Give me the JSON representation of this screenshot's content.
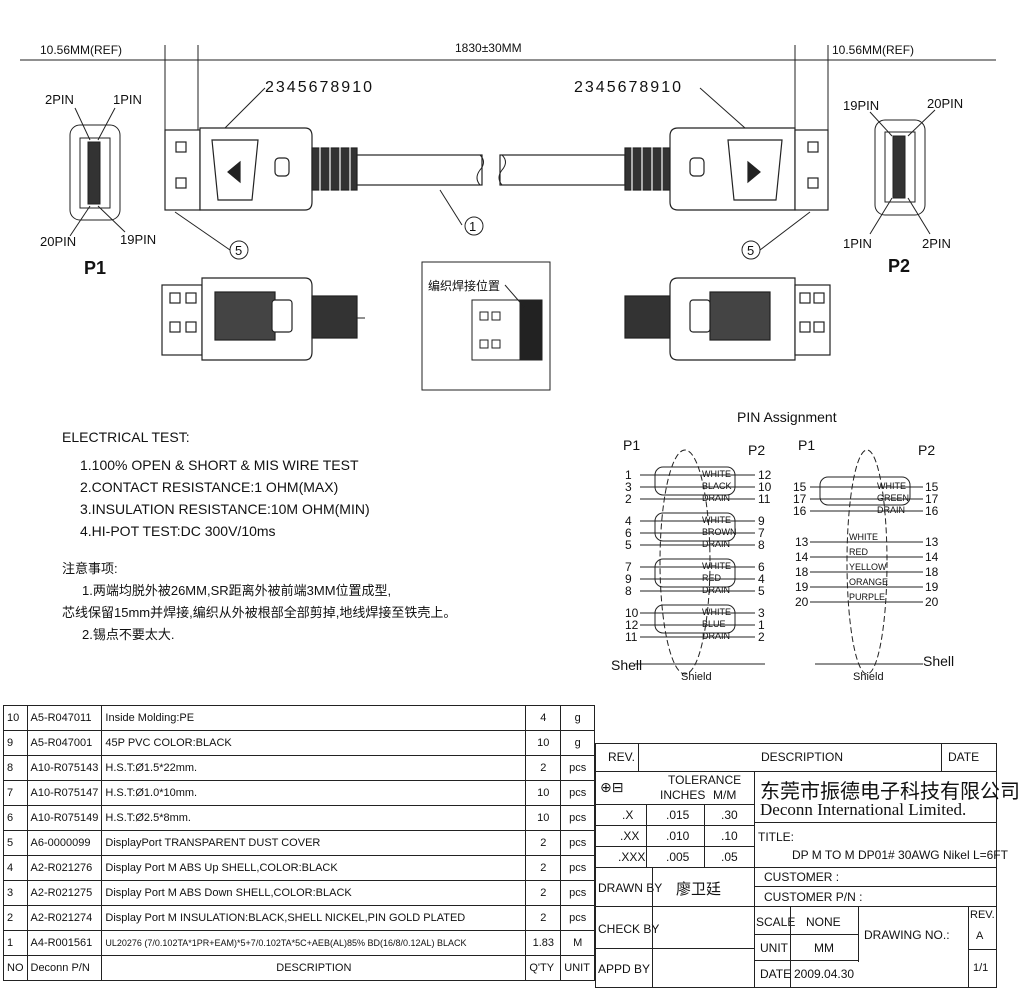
{
  "dims": {
    "left_ref": "10.56MM(REF)",
    "length": "1830±30MM",
    "right_ref": "10.56MM(REF)"
  },
  "callouts": {
    "top_left": "2345678910",
    "top_right": "2345678910",
    "cable": "1",
    "left_5": "5",
    "right_5": "5"
  },
  "pins": {
    "p1": {
      "label": "P1",
      "tl": "2PIN",
      "tr": "1PIN",
      "bl": "20PIN",
      "br": "19PIN"
    },
    "p2": {
      "label": "P2",
      "tl": "19PIN",
      "tr": "20PIN",
      "bl": "1PIN",
      "br": "2PIN"
    }
  },
  "weld_label": "编织焊接位置",
  "electrical": {
    "title": "ELECTRICAL TEST:",
    "items": [
      "1.100% OPEN & SHORT & MIS WIRE TEST",
      "2.CONTACT RESISTANCE:1 OHM(MAX)",
      "3.INSULATION RESISTANCE:10M OHM(MIN)",
      "4.HI-POT TEST:DC 300V/10ms"
    ]
  },
  "notes": {
    "title": "注意事项:",
    "line1": "1.两端均脱外被26MM,SR距离外被前端3MM位置成型,",
    "line2": "芯线保留15mm并焊接,编织从外被根部全部剪掉,地线焊接至铁壳上。",
    "line3": "2.锡点不要太大."
  },
  "pin_assignment": {
    "title": "PIN Assignment",
    "p1": "P1",
    "p2": "P2",
    "shell": "Shell",
    "shield": "Shield",
    "groups": [
      {
        "p1": [
          "1",
          "3",
          "2"
        ],
        "p2": [
          "12",
          "10",
          "11"
        ],
        "wires": [
          "WHITE",
          "BLACK",
          "DRAIN"
        ]
      },
      {
        "p1": [
          "4",
          "6",
          "5"
        ],
        "p2": [
          "9",
          "7",
          "8"
        ],
        "wires": [
          "WHITE",
          "BROWN",
          "DRAIN"
        ]
      },
      {
        "p1": [
          "7",
          "9",
          "8"
        ],
        "p2": [
          "6",
          "4",
          "5"
        ],
        "wires": [
          "WHITE",
          "RED",
          "DRAIN"
        ]
      },
      {
        "p1": [
          "10",
          "12",
          "11"
        ],
        "p2": [
          "3",
          "1",
          "2"
        ],
        "wires": [
          "WHITE",
          "BLUE",
          "DRAIN"
        ]
      }
    ],
    "right_group": {
      "p1": [
        "15",
        "17",
        "16"
      ],
      "p2": [
        "15",
        "17",
        "16"
      ],
      "wires": [
        "WHITE",
        "GREEN",
        "DRAIN"
      ]
    },
    "singles": [
      {
        "p1": "13",
        "p2": "13",
        "wire": "WHITE"
      },
      {
        "p1": "14",
        "p2": "14",
        "wire": "RED"
      },
      {
        "p1": "18",
        "p2": "18",
        "wire": "YELLOW"
      },
      {
        "p1": "19",
        "p2": "19",
        "wire": "ORANGE"
      },
      {
        "p1": "20",
        "p2": "20",
        "wire": "PURPLE"
      }
    ]
  },
  "bom": {
    "rows": [
      {
        "no": "10",
        "pn": "A5-R047011",
        "desc": "Inside Molding:PE",
        "qty": "4",
        "unit": "g"
      },
      {
        "no": "9",
        "pn": "A5-R047001",
        "desc": "45P PVC COLOR:BLACK",
        "qty": "10",
        "unit": "g"
      },
      {
        "no": "8",
        "pn": "A10-R075143",
        "desc": "H.S.T:Ø1.5*22mm.",
        "qty": "2",
        "unit": "pcs"
      },
      {
        "no": "7",
        "pn": "A10-R075147",
        "desc": "H.S.T:Ø1.0*10mm.",
        "qty": "10",
        "unit": "pcs"
      },
      {
        "no": "6",
        "pn": "A10-R075149",
        "desc": "H.S.T:Ø2.5*8mm.",
        "qty": "10",
        "unit": "pcs"
      },
      {
        "no": "5",
        "pn": "A6-0000099",
        "desc": "DisplayPort TRANSPARENT DUST COVER",
        "qty": "2",
        "unit": "pcs"
      },
      {
        "no": "4",
        "pn": "A2-R021276",
        "desc": "Display Port M ABS Up SHELL,COLOR:BLACK",
        "qty": "2",
        "unit": "pcs"
      },
      {
        "no": "3",
        "pn": "A2-R021275",
        "desc": "Display Port M ABS Down SHELL,COLOR:BLACK",
        "qty": "2",
        "unit": "pcs"
      },
      {
        "no": "2",
        "pn": "A2-R021274",
        "desc": "Display Port M INSULATION:BLACK,SHELL NICKEL,PIN GOLD PLATED",
        "qty": "2",
        "unit": "pcs"
      },
      {
        "no": "1",
        "pn": "A4-R001561",
        "desc": "UL20276 (7/0.102TA*1PR+EAM)*5+7/0.102TA*5C+AEB(AL)85% BD(16/8/0.12AL)  BLACK",
        "qty": "1.83",
        "unit": "M"
      }
    ],
    "header": {
      "no": "NO",
      "pn": "Deconn P/N",
      "desc": "DESCRIPTION",
      "qty": "Q'TY",
      "unit": "UNIT"
    }
  },
  "titleblock": {
    "rev": "REV.",
    "description": "DESCRIPTION",
    "date": "DATE",
    "tolerance": "TOLERANCE",
    "inches": "INCHES",
    "mm": "M/M",
    "tol_rows": [
      [
        ".X",
        ".015",
        ".30"
      ],
      [
        ".XX",
        ".010",
        ".10"
      ],
      [
        ".XXX",
        ".005",
        ".05"
      ]
    ],
    "company_cn": "东莞市振德电子科技有限公司",
    "company_en": "Deconn International Limited.",
    "title_label": "TITLE:",
    "title_value": "DP M TO M DP01# 30AWG Nikel L=6FT",
    "drawn_by": "DRAWN BY",
    "drawn_name": "廖卫廷",
    "customer": "CUSTOMER :",
    "customer_pn": "CUSTOMER P/N :",
    "check_by": "CHECK BY",
    "scale": "SCALE",
    "scale_val": "NONE",
    "drawing_no": "DRAWING NO.:",
    "rev2": "REV.",
    "rev_val": "A",
    "unit": "UNIT",
    "unit_val": "MM",
    "appd_by": "APPD BY",
    "date2": "DATE",
    "date_val": "2009.04.30",
    "sheet": "1/1"
  }
}
